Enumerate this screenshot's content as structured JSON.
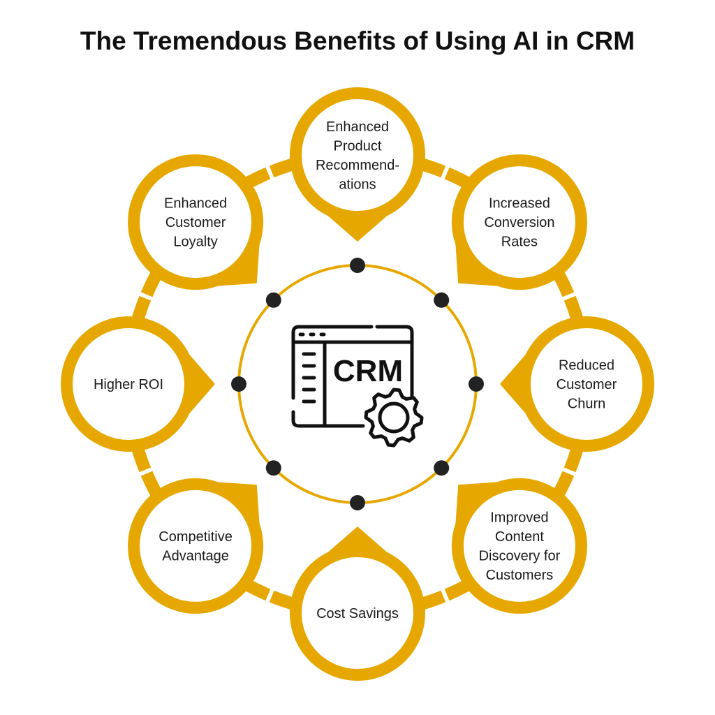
{
  "title": "The Tremendous Benefits of Using AI in CRM",
  "colors": {
    "accent": "#E6A800",
    "dot": "#222222",
    "text": "#1a1a1a"
  },
  "center_icon": {
    "name": "crm-window-gear-icon",
    "label": "CRM"
  },
  "benefits": [
    {
      "lines": [
        "Enhanced",
        "Product",
        "Recommend-",
        "ations"
      ]
    },
    {
      "lines": [
        "Increased",
        "Conversion",
        "Rates"
      ]
    },
    {
      "lines": [
        "Reduced",
        "Customer",
        "Churn"
      ]
    },
    {
      "lines": [
        "Improved",
        "Content",
        "Discovery for",
        "Customers"
      ]
    },
    {
      "lines": [
        "Cost Savings"
      ]
    },
    {
      "lines": [
        "Competitive",
        "Advantage"
      ]
    },
    {
      "lines": [
        "Higher ROI"
      ]
    },
    {
      "lines": [
        "Enhanced",
        "Customer",
        "Loyalty"
      ]
    }
  ]
}
